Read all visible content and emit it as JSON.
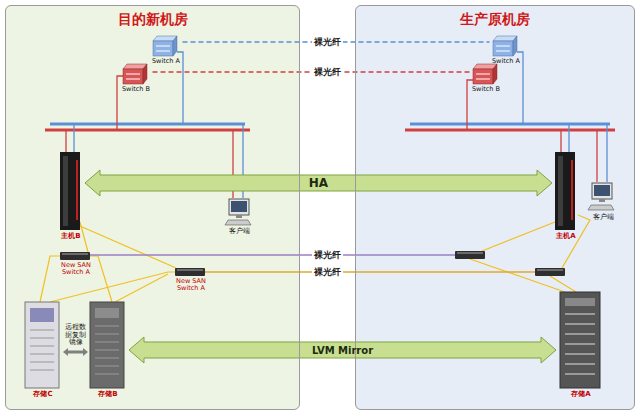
{
  "diagram": {
    "nodes": [
      {
        "text": [
          "目的新机房"
        ]
      },
      {
        "text": [
          "Switch A"
        ],
        "in": 0
      },
      {
        "text": [
          "Switch B"
        ],
        "in": 0
      },
      {
        "text": [
          "主机B"
        ],
        "in": 0
      },
      {
        "text": [
          "客户端"
        ],
        "in": 0
      },
      {
        "text": [
          "New SAN Switch A"
        ],
        "in": 0
      },
      {
        "text": [
          "New SAN Switch A"
        ],
        "in": 0
      },
      {
        "text": [
          "存储C"
        ],
        "in": 0
      },
      {
        "text": [
          "存储B"
        ],
        "in": 0
      },
      {
        "text": [
          "生产原机房"
        ]
      },
      {
        "text": [
          "Switch A"
        ],
        "in": 9
      },
      {
        "text": [
          "Switch B"
        ],
        "in": 9
      },
      {
        "text": [
          "主机A"
        ],
        "in": 9
      },
      {
        "text": [
          "客户端"
        ],
        "in": 9
      },
      {
        "text": [
          "存储A"
        ],
        "in": 9
      }
    ],
    "edges": [
      {
        "from": 1,
        "to": 10,
        "arrow": "none",
        "label": "裸光纤"
      },
      {
        "from": 2,
        "to": 11,
        "arrow": "none",
        "label": "裸光纤"
      },
      {
        "from": 3,
        "to": 12,
        "arrow": "both",
        "label": "HA"
      },
      {
        "from": 7,
        "to": 8,
        "arrow": "both",
        "label": "远程数据复制镜像"
      },
      {
        "from": 8,
        "to": 14,
        "arrow": "both",
        "label": "LVM Mirror"
      }
    ],
    "labels": [
      "裸光纤",
      "裸光纤"
    ]
  }
}
